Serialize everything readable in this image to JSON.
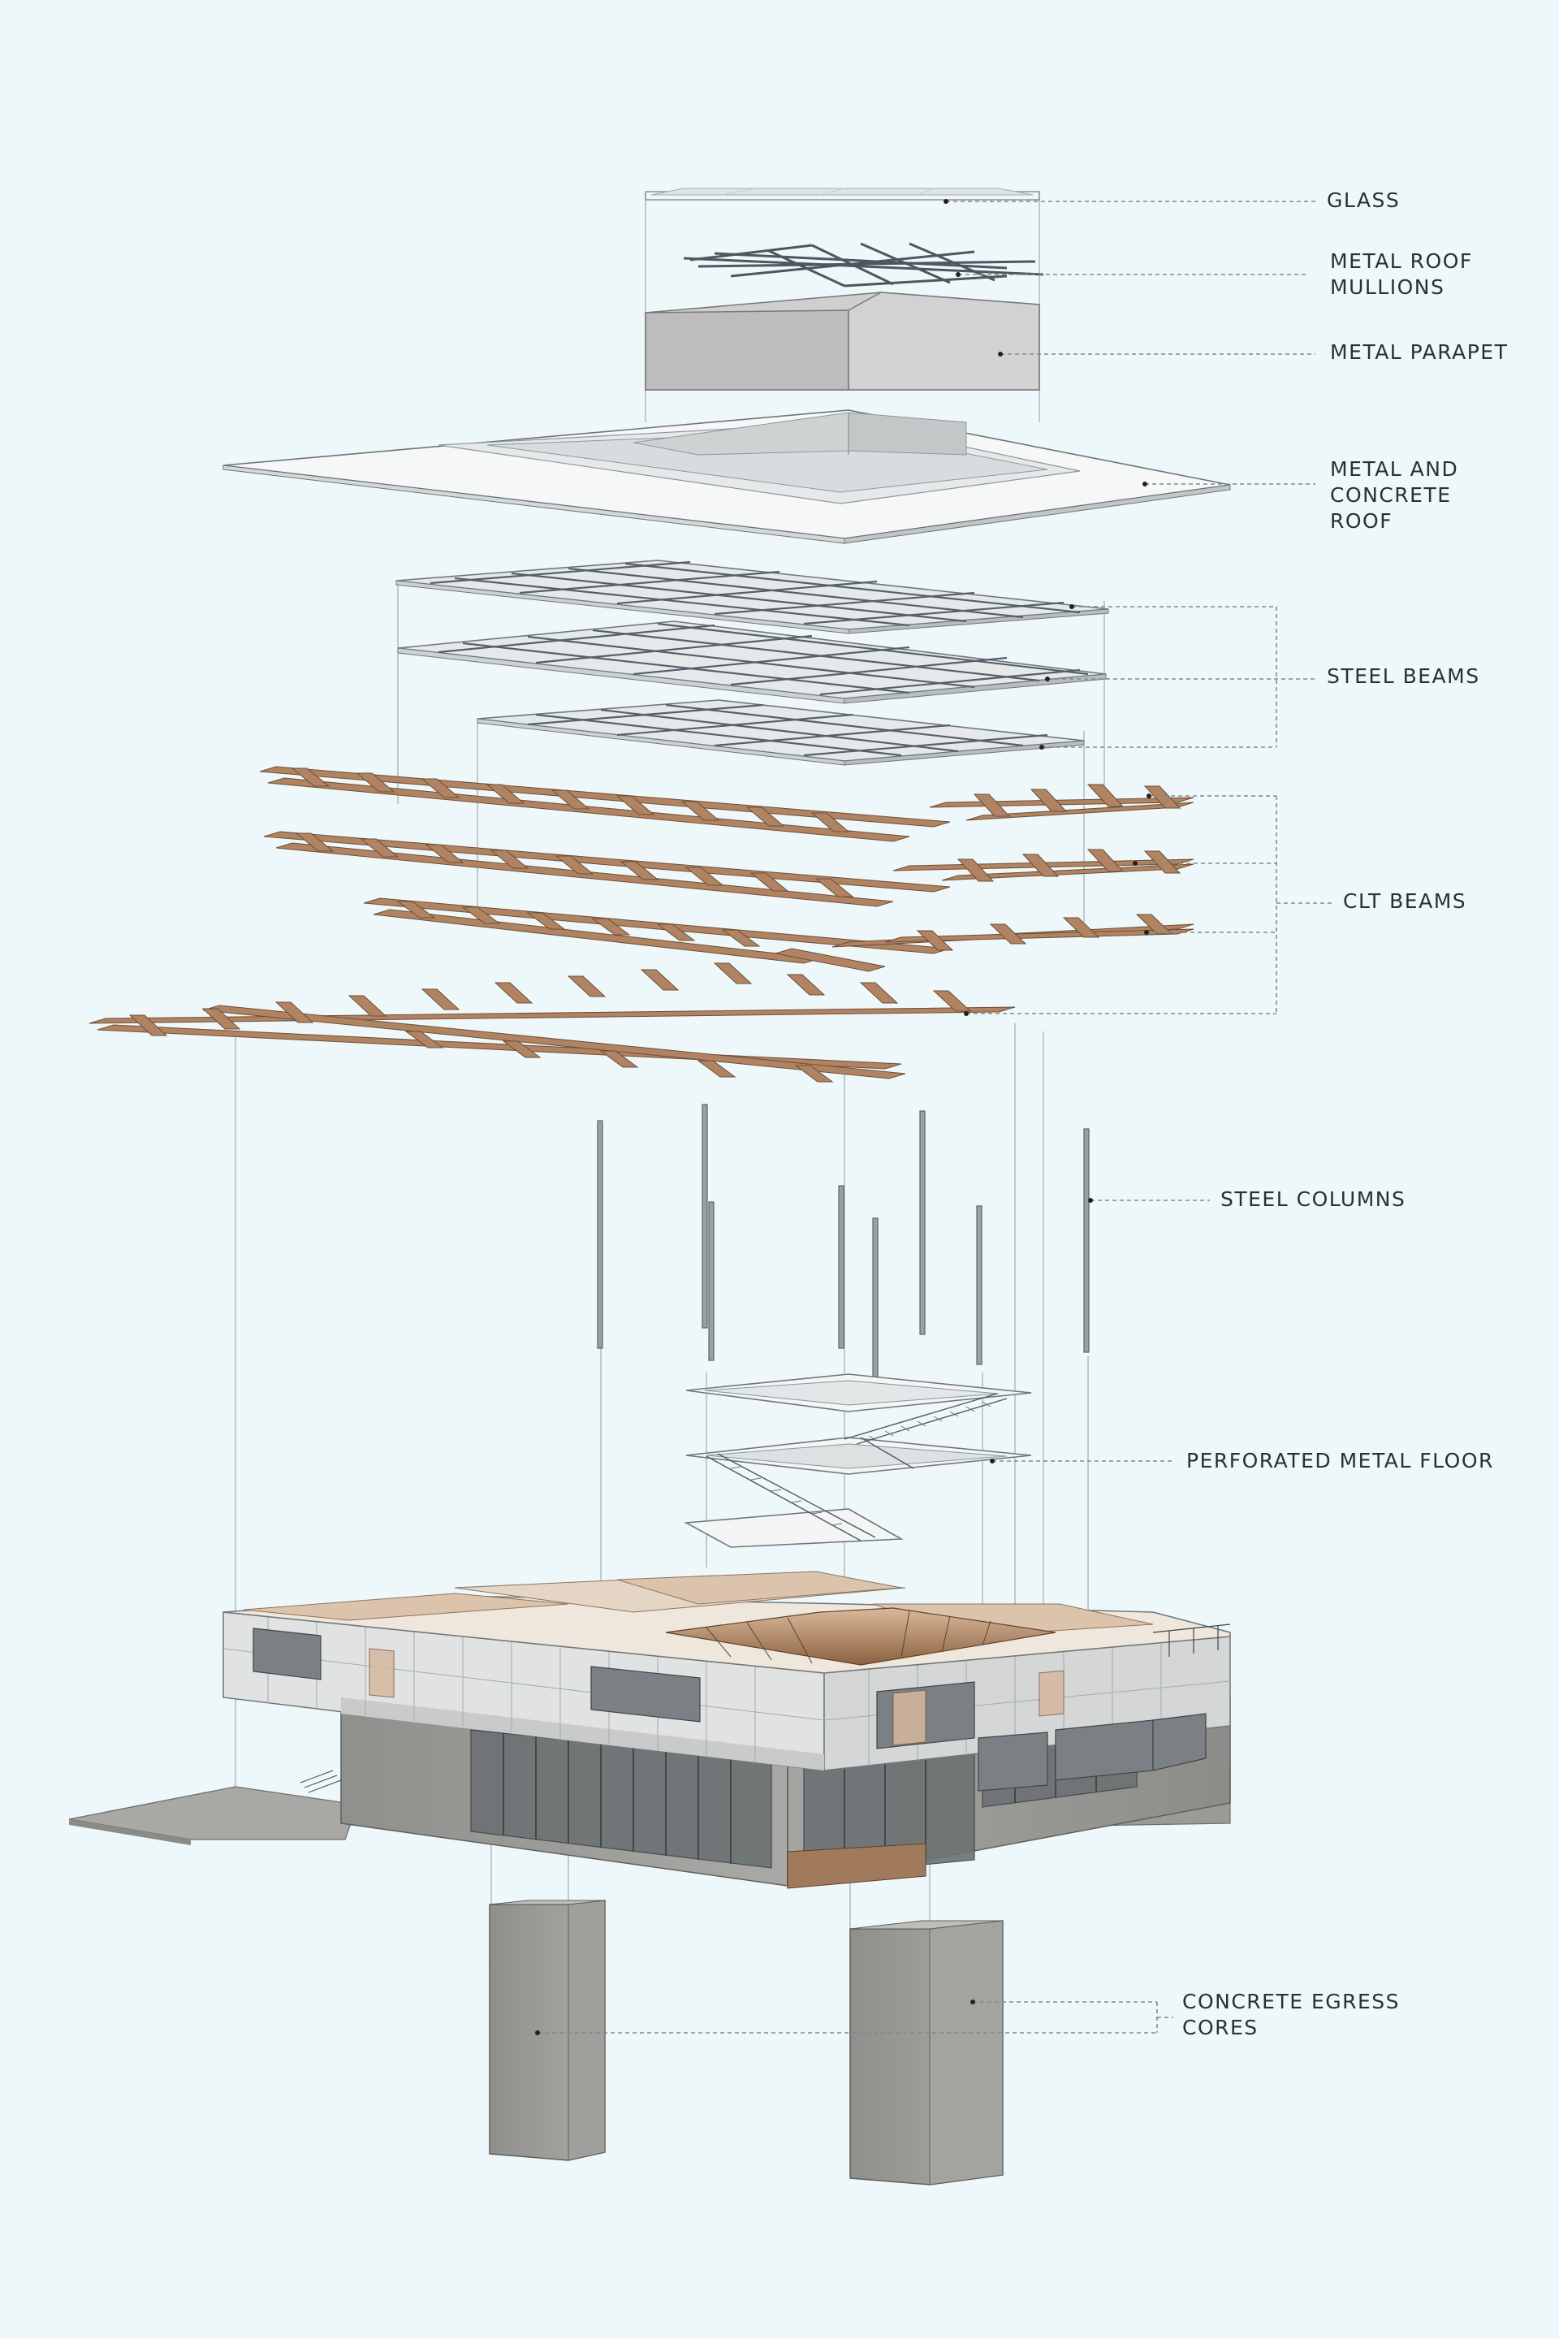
{
  "labels": {
    "glass": "GLASS",
    "metal_roof_mullions": [
      "METAL ROOF",
      "MULLIONS"
    ],
    "metal_parapet": "METAL PARAPET",
    "metal_and_concrete_roof": [
      "METAL AND",
      "CONCRETE",
      "ROOF"
    ],
    "steel_beams": "STEEL BEAMS",
    "clt_beams": "CLT BEAMS",
    "steel_columns": "STEEL COLUMNS",
    "perforated_metal_floor": "PERFORATED METAL FLOOR",
    "concrete_egress_cores": [
      "CONCRETE EGRESS",
      "CORES"
    ]
  },
  "colors": {
    "background": "#eef8fa",
    "clt_wood": "#b08462",
    "steel": "#6f777b",
    "concrete": "#9c9c99",
    "text": "#2b2f33"
  }
}
